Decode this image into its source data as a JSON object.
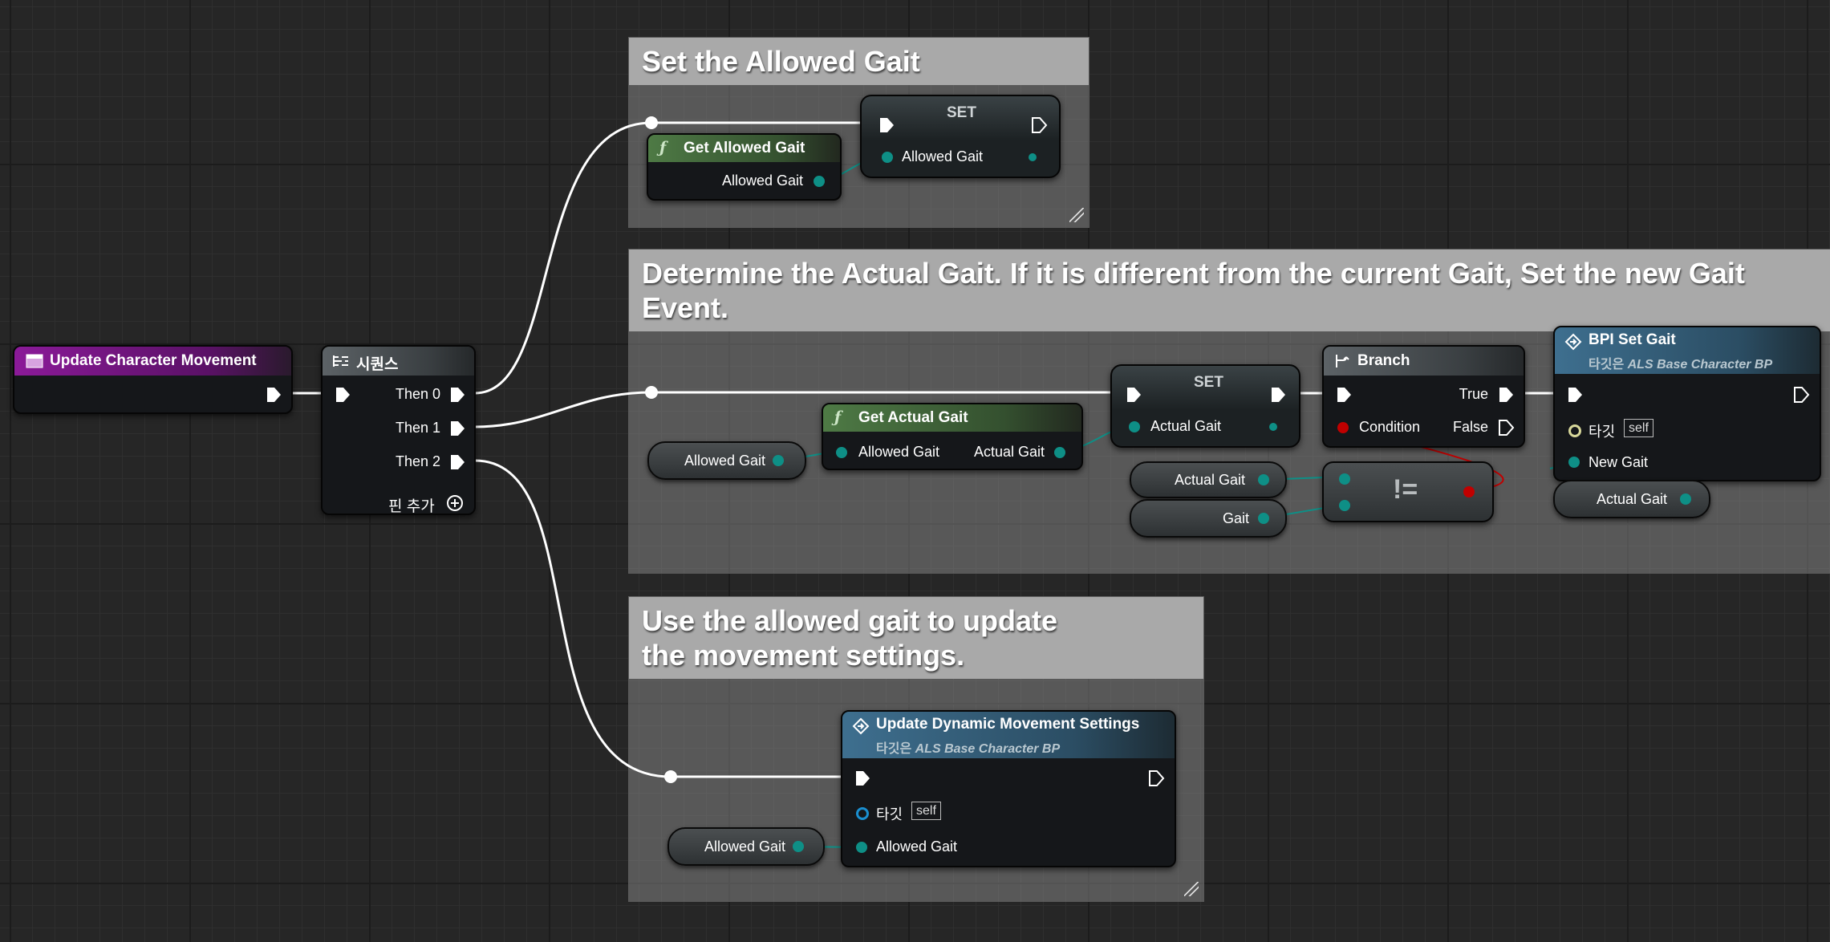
{
  "comments": {
    "allowed": {
      "title": "Set the Allowed Gait"
    },
    "actual": {
      "title": "Determine the Actual Gait. If it is different from the current Gait, Set the new Gait Event."
    },
    "movement": {
      "title": "Use the allowed gait to update the movement settings."
    }
  },
  "nodes": {
    "event": {
      "title": "Update Character Movement"
    },
    "sequence": {
      "title": "시퀀스",
      "then0": "Then 0",
      "then1": "Then 1",
      "then2": "Then 2",
      "add_pin": "핀 추가"
    },
    "set_allowed": {
      "title": "SET",
      "pin": "Allowed Gait"
    },
    "get_allowed": {
      "title": "Get Allowed Gait",
      "out": "Allowed Gait"
    },
    "var_allowed_1": {
      "label": "Allowed Gait"
    },
    "get_actual": {
      "title": "Get Actual Gait",
      "in": "Allowed Gait",
      "out": "Actual Gait"
    },
    "set_actual": {
      "title": "SET",
      "pin": "Actual Gait"
    },
    "branch": {
      "title": "Branch",
      "true_label": "True",
      "false_label": "False",
      "condition": "Condition"
    },
    "var_actual": {
      "label": "Actual Gait"
    },
    "var_gait": {
      "label": "Gait"
    },
    "not_equal": {
      "symbol": "!="
    },
    "bpi": {
      "title": "BPI Set Gait",
      "subtitle_prefix": "타깃은",
      "subtitle_target": "ALS Base Character BP",
      "target": "타깃",
      "self": "self",
      "new_gait": "New Gait"
    },
    "var_actual_2": {
      "label": "Actual Gait"
    },
    "update_dyn": {
      "title": "Update Dynamic Movement Settings",
      "subtitle_prefix": "타깃은",
      "subtitle_target": "ALS Base Character BP",
      "target": "타깃",
      "self": "self",
      "allowed": "Allowed Gait"
    },
    "var_allowed_2": {
      "label": "Allowed Gait"
    }
  },
  "colors": {
    "event_header": "#8b1a99",
    "function_header": "#4e7a45",
    "message_header": "#3e6f8f",
    "data_pin": "#0e8f86",
    "bool_pin": "#c00000",
    "exec_wire": "#ffffff"
  }
}
